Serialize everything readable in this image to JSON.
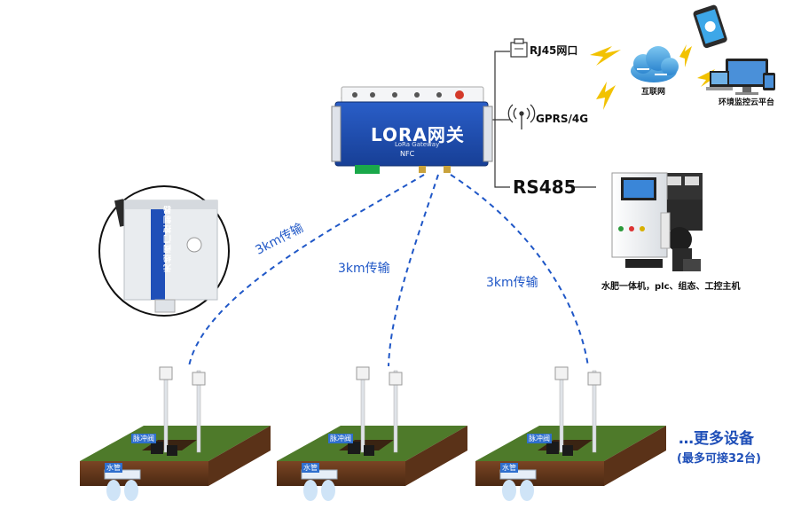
{
  "gateway": {
    "title": "LORA网关",
    "subtitle": "LoRa Gateway",
    "nfc": "NFC",
    "brand_color": "#1f4fb8"
  },
  "network": {
    "rj45_label": "RJ45网口",
    "gprs_label": "GPRS/4G",
    "rs485_label": "RS485",
    "internet_label": "互联网",
    "cloud_platform_label": "环境监控云平台"
  },
  "controller_box": {
    "label": "水肥一体机，plc、组态、工控主机"
  },
  "valve_controller": {
    "label": "无线阀门控制器"
  },
  "links": [
    {
      "label": "3km传输"
    },
    {
      "label": "3km传输"
    },
    {
      "label": "3km传输"
    }
  ],
  "field_units": [
    {
      "pulse_label": "脉冲阀",
      "pipe_label": "水管"
    },
    {
      "pulse_label": "脉冲阀",
      "pipe_label": "水管"
    },
    {
      "pulse_label": "脉冲阀",
      "pipe_label": "水管"
    }
  ],
  "more_devices": {
    "title": "…更多设备",
    "subtitle": "(最多可接32台)"
  },
  "colors": {
    "link_blue": "#1f57c7",
    "lightning": "#f2c200",
    "grass": "#4e7a2a",
    "soil": "#6b3d1f"
  }
}
